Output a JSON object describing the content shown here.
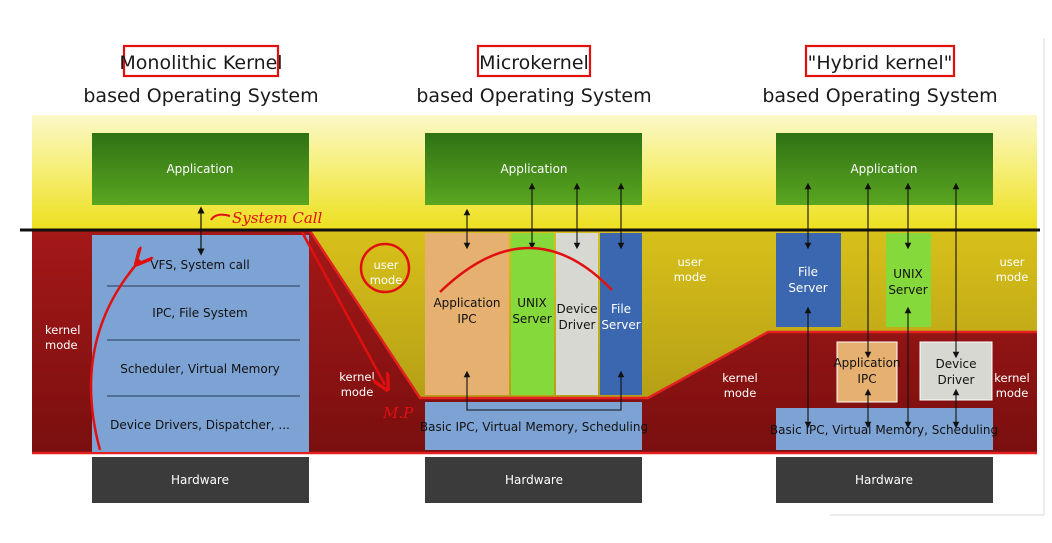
{
  "columns": [
    {
      "title_line1": "Monolithic Kernel",
      "title_line2": "based Operating System"
    },
    {
      "title_line1": "Microkernel",
      "title_line2": "based Operating System"
    },
    {
      "title_line1": "\"Hybrid kernel\"",
      "title_line2": "based Operating System"
    }
  ],
  "labels": {
    "application": "Application",
    "hardware": "Hardware",
    "kernel": "kernel",
    "user": "user",
    "mode": "mode"
  },
  "monolithic": {
    "layers": [
      "VFS, System call",
      "IPC, File System",
      "Scheduler, Virtual Memory",
      "Device Drivers, Dispatcher, ..."
    ]
  },
  "micro": {
    "app_ipc": [
      "Application",
      "IPC"
    ],
    "unix": [
      "UNIX",
      "Server"
    ],
    "device": [
      "Device",
      "Driver"
    ],
    "file": [
      "File",
      "Server"
    ],
    "basic": "Basic IPC, Virtual Memory, Scheduling"
  },
  "hybrid": {
    "file": [
      "File",
      "Server"
    ],
    "unix": [
      "UNIX",
      "Server"
    ],
    "app_ipc": [
      "Application",
      "IPC"
    ],
    "device": [
      "Device",
      "Driver"
    ],
    "basic": "Basic IPC, Virtual Memory, Scheduling"
  },
  "annotations": {
    "system_call": "System Call",
    "mp": "M.P"
  },
  "colors": {
    "application_green": "#4a8e1a",
    "hardware_gray": "#3b3b3b",
    "layer_blue": "#7da3d4",
    "kernel_red": "#9b1515",
    "user_yellow": "#f2ea3a",
    "unix_green": "#86d93a",
    "driver_gray": "#d8d8d2",
    "file_blue": "#3a67b0",
    "ipc_orange": "#e6b070",
    "annotation_red": "#e01010"
  }
}
